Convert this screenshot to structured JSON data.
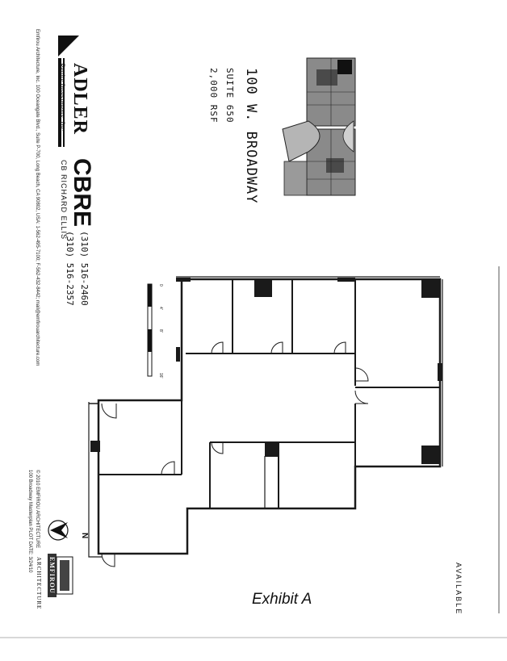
{
  "building": {
    "address": "100 W. BROADWAY",
    "suite": "SUITE 650",
    "area": "2,000 RSF"
  },
  "adler": {
    "name": "ADLER",
    "subtitle": "Realty Investments, Inc."
  },
  "cbre": {
    "logo": "CBRE",
    "subtitle": "CB RICHARD ELLIS",
    "phone1": "(310) 516-2460",
    "phone2": "(310) 516-2357"
  },
  "architect_line": "Emfirou Architecture, Inc. 100 Oceangate Blvd., Suite P-700, Long Beach, CA 90802, USA: 1-562-495-7100; F-562-432-8442; mail@emfirouarchitecture.com",
  "copyright_line": "© 2010 EMFIROU ARCHITECTURE",
  "plot_line": "100 Broadway Masterplan PLOT DATE: 3/24/10",
  "exhibit_label": "Exhibit A",
  "available_label": "AVAILABLE",
  "north_label": "N",
  "arch_logo": {
    "name": "EMFIROU",
    "sub": "ARCHITECTURE"
  },
  "scale": {
    "ticks": [
      "0",
      "4'",
      "8'",
      "16'"
    ]
  },
  "colors": {
    "wall": "#1a1a1a",
    "column": "#1a1a1a",
    "ink": "#111111"
  }
}
